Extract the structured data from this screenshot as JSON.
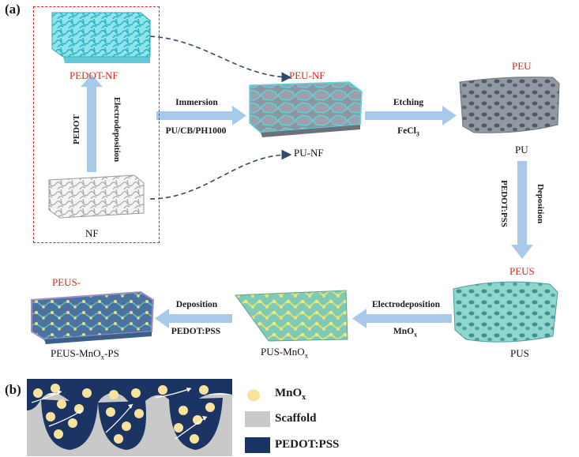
{
  "panel_a": {
    "label": "(a)",
    "materials": {
      "pedot_nf_top": "PEDOT-NF",
      "nf": "NF",
      "peu_nf": "PEU-NF",
      "pu_nf": "PU-NF",
      "peu": "PEU",
      "pu": "PU",
      "peus_red": "PEUS",
      "pus": "PUS",
      "pus_mnox": "PUS-MnO",
      "pus_mnox_sub": "x",
      "peus_minus": "PEUS-",
      "peus_mnox_ps_a": "PEUS-MnO",
      "peus_mnox_ps_sub": "x",
      "peus_mnox_ps_b": "-PS"
    },
    "steps": {
      "electrodeposition_vertical": "Electrodeposition",
      "pedot_vertical": "PEDOT",
      "immersion": "Immersion",
      "immersion_reagent": "PU/CB/PH1000",
      "etching": "Etching",
      "etching_reagent": "FeCl",
      "etching_reagent_sub": "3",
      "deposition_vertical": "Deposition",
      "pedotpss_vertical": "PEDOT:PSS",
      "electrodeposition_mnox": "Electrodeposition",
      "mnox_reagent": "MnO",
      "mnox_reagent_sub": "x",
      "deposition_left": "Deposition",
      "pedotpss_left": "PEDOT:PSS"
    }
  },
  "panel_b": {
    "label": "(b)",
    "legend": {
      "mnox": "MnO",
      "mnox_sub": "x",
      "scaffold": "Scaffold",
      "pedot_pss": "PEDOT:PSS"
    }
  },
  "colors": {
    "red_label": "#e0261f",
    "arrow_blue": "#a9c9ea",
    "dash_blue": "#2f4a6b",
    "pedot_navy": "#1b3464",
    "scaffold_gray": "#c9c9c9",
    "mnox_yellow": "#f7e39b"
  }
}
